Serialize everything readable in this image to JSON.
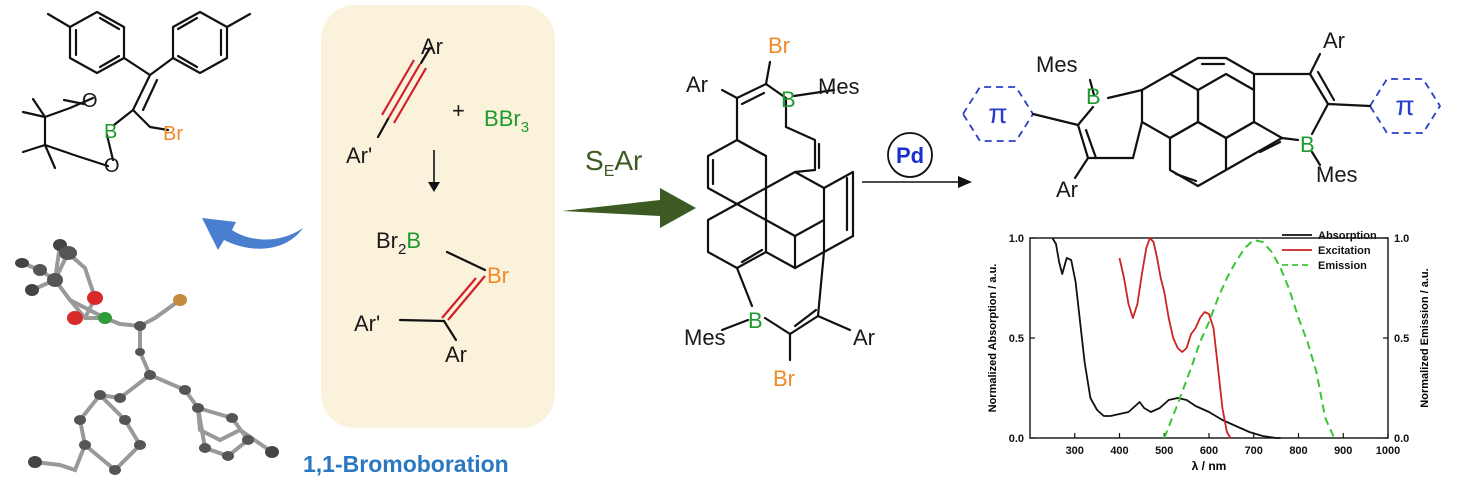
{
  "labels": {
    "ar": "Ar",
    "ar_prime": "Ar'",
    "br": "Br",
    "b": "B",
    "o": "O",
    "mes": "Mes",
    "pi": "π",
    "plus": "+",
    "bbr3_b": "B",
    "bbr3_br": "Br",
    "bbr3_sub": "3",
    "br2b_br": "Br",
    "br2b_sub": "2",
    "br2b_b": "B",
    "sear_s": "S",
    "sear_sub": "E",
    "sear_ar": "Ar",
    "pd": "Pd",
    "bromoboration": "1,1-Bromoboration"
  },
  "colors": {
    "orange": "#f0892a",
    "green": "#1e9a2e",
    "red_bond": "#d4202a",
    "blue_title": "#2a78c2",
    "blue_arrow": "#4a7fd0",
    "olive_arrow": "#3c5a22",
    "panel_fill": "#fbf2dc",
    "pd_text": "#1a2fd0",
    "pi_blue": "#2a3fc8"
  },
  "chart_data": {
    "type": "line",
    "xlabel": "λ / nm",
    "ylabel_left": "Normalized Absorption / a.u.",
    "ylabel_right": "Normalized Emission / a.u.",
    "xlim": [
      200,
      1000
    ],
    "ylim": [
      0,
      1.0
    ],
    "x_ticks": [
      300,
      400,
      500,
      600,
      700,
      800,
      900,
      1000
    ],
    "y_ticks_left": [
      "0.0",
      "0.5",
      "1.0"
    ],
    "y_ticks_right": [
      "0.0",
      "0.5",
      "1.0"
    ],
    "y_tick_values": [
      0,
      0.5,
      1.0
    ],
    "legend_position": "top-right",
    "series": [
      {
        "name": "Absorption",
        "color": "#111111",
        "dash": "solid",
        "x": [
          250,
          258,
          265,
          272,
          282,
          292,
          302,
          312,
          322,
          335,
          350,
          365,
          380,
          400,
          420,
          435,
          445,
          455,
          470,
          490,
          510,
          530,
          550,
          570,
          600,
          630,
          660,
          690,
          720,
          750,
          760
        ],
        "y": [
          1.0,
          0.97,
          0.88,
          0.82,
          0.9,
          0.89,
          0.78,
          0.58,
          0.38,
          0.2,
          0.14,
          0.11,
          0.11,
          0.12,
          0.13,
          0.16,
          0.18,
          0.15,
          0.13,
          0.15,
          0.19,
          0.2,
          0.19,
          0.16,
          0.13,
          0.09,
          0.06,
          0.03,
          0.01,
          0.0,
          0.0
        ]
      },
      {
        "name": "Excitation",
        "color": "#cc2222",
        "dash": "solid",
        "x": [
          400,
          410,
          420,
          430,
          440,
          450,
          460,
          468,
          476,
          484,
          492,
          500,
          510,
          520,
          530,
          540,
          550,
          560,
          570,
          580,
          590,
          600,
          610,
          620,
          630,
          640,
          648
        ],
        "y": [
          0.9,
          0.8,
          0.67,
          0.6,
          0.67,
          0.82,
          0.95,
          1.0,
          0.98,
          0.9,
          0.8,
          0.73,
          0.6,
          0.5,
          0.45,
          0.43,
          0.45,
          0.52,
          0.55,
          0.6,
          0.63,
          0.62,
          0.55,
          0.35,
          0.15,
          0.03,
          0.0
        ]
      },
      {
        "name": "Emission",
        "color": "#39c533",
        "dash": "dashed",
        "x": [
          500,
          530,
          560,
          580,
          600,
          620,
          640,
          660,
          680,
          700,
          720,
          740,
          760,
          780,
          800,
          820,
          840,
          860,
          880
        ],
        "y": [
          0.0,
          0.17,
          0.35,
          0.48,
          0.58,
          0.7,
          0.8,
          0.88,
          0.95,
          0.99,
          0.98,
          0.93,
          0.85,
          0.74,
          0.6,
          0.48,
          0.33,
          0.1,
          0.0
        ]
      }
    ]
  }
}
